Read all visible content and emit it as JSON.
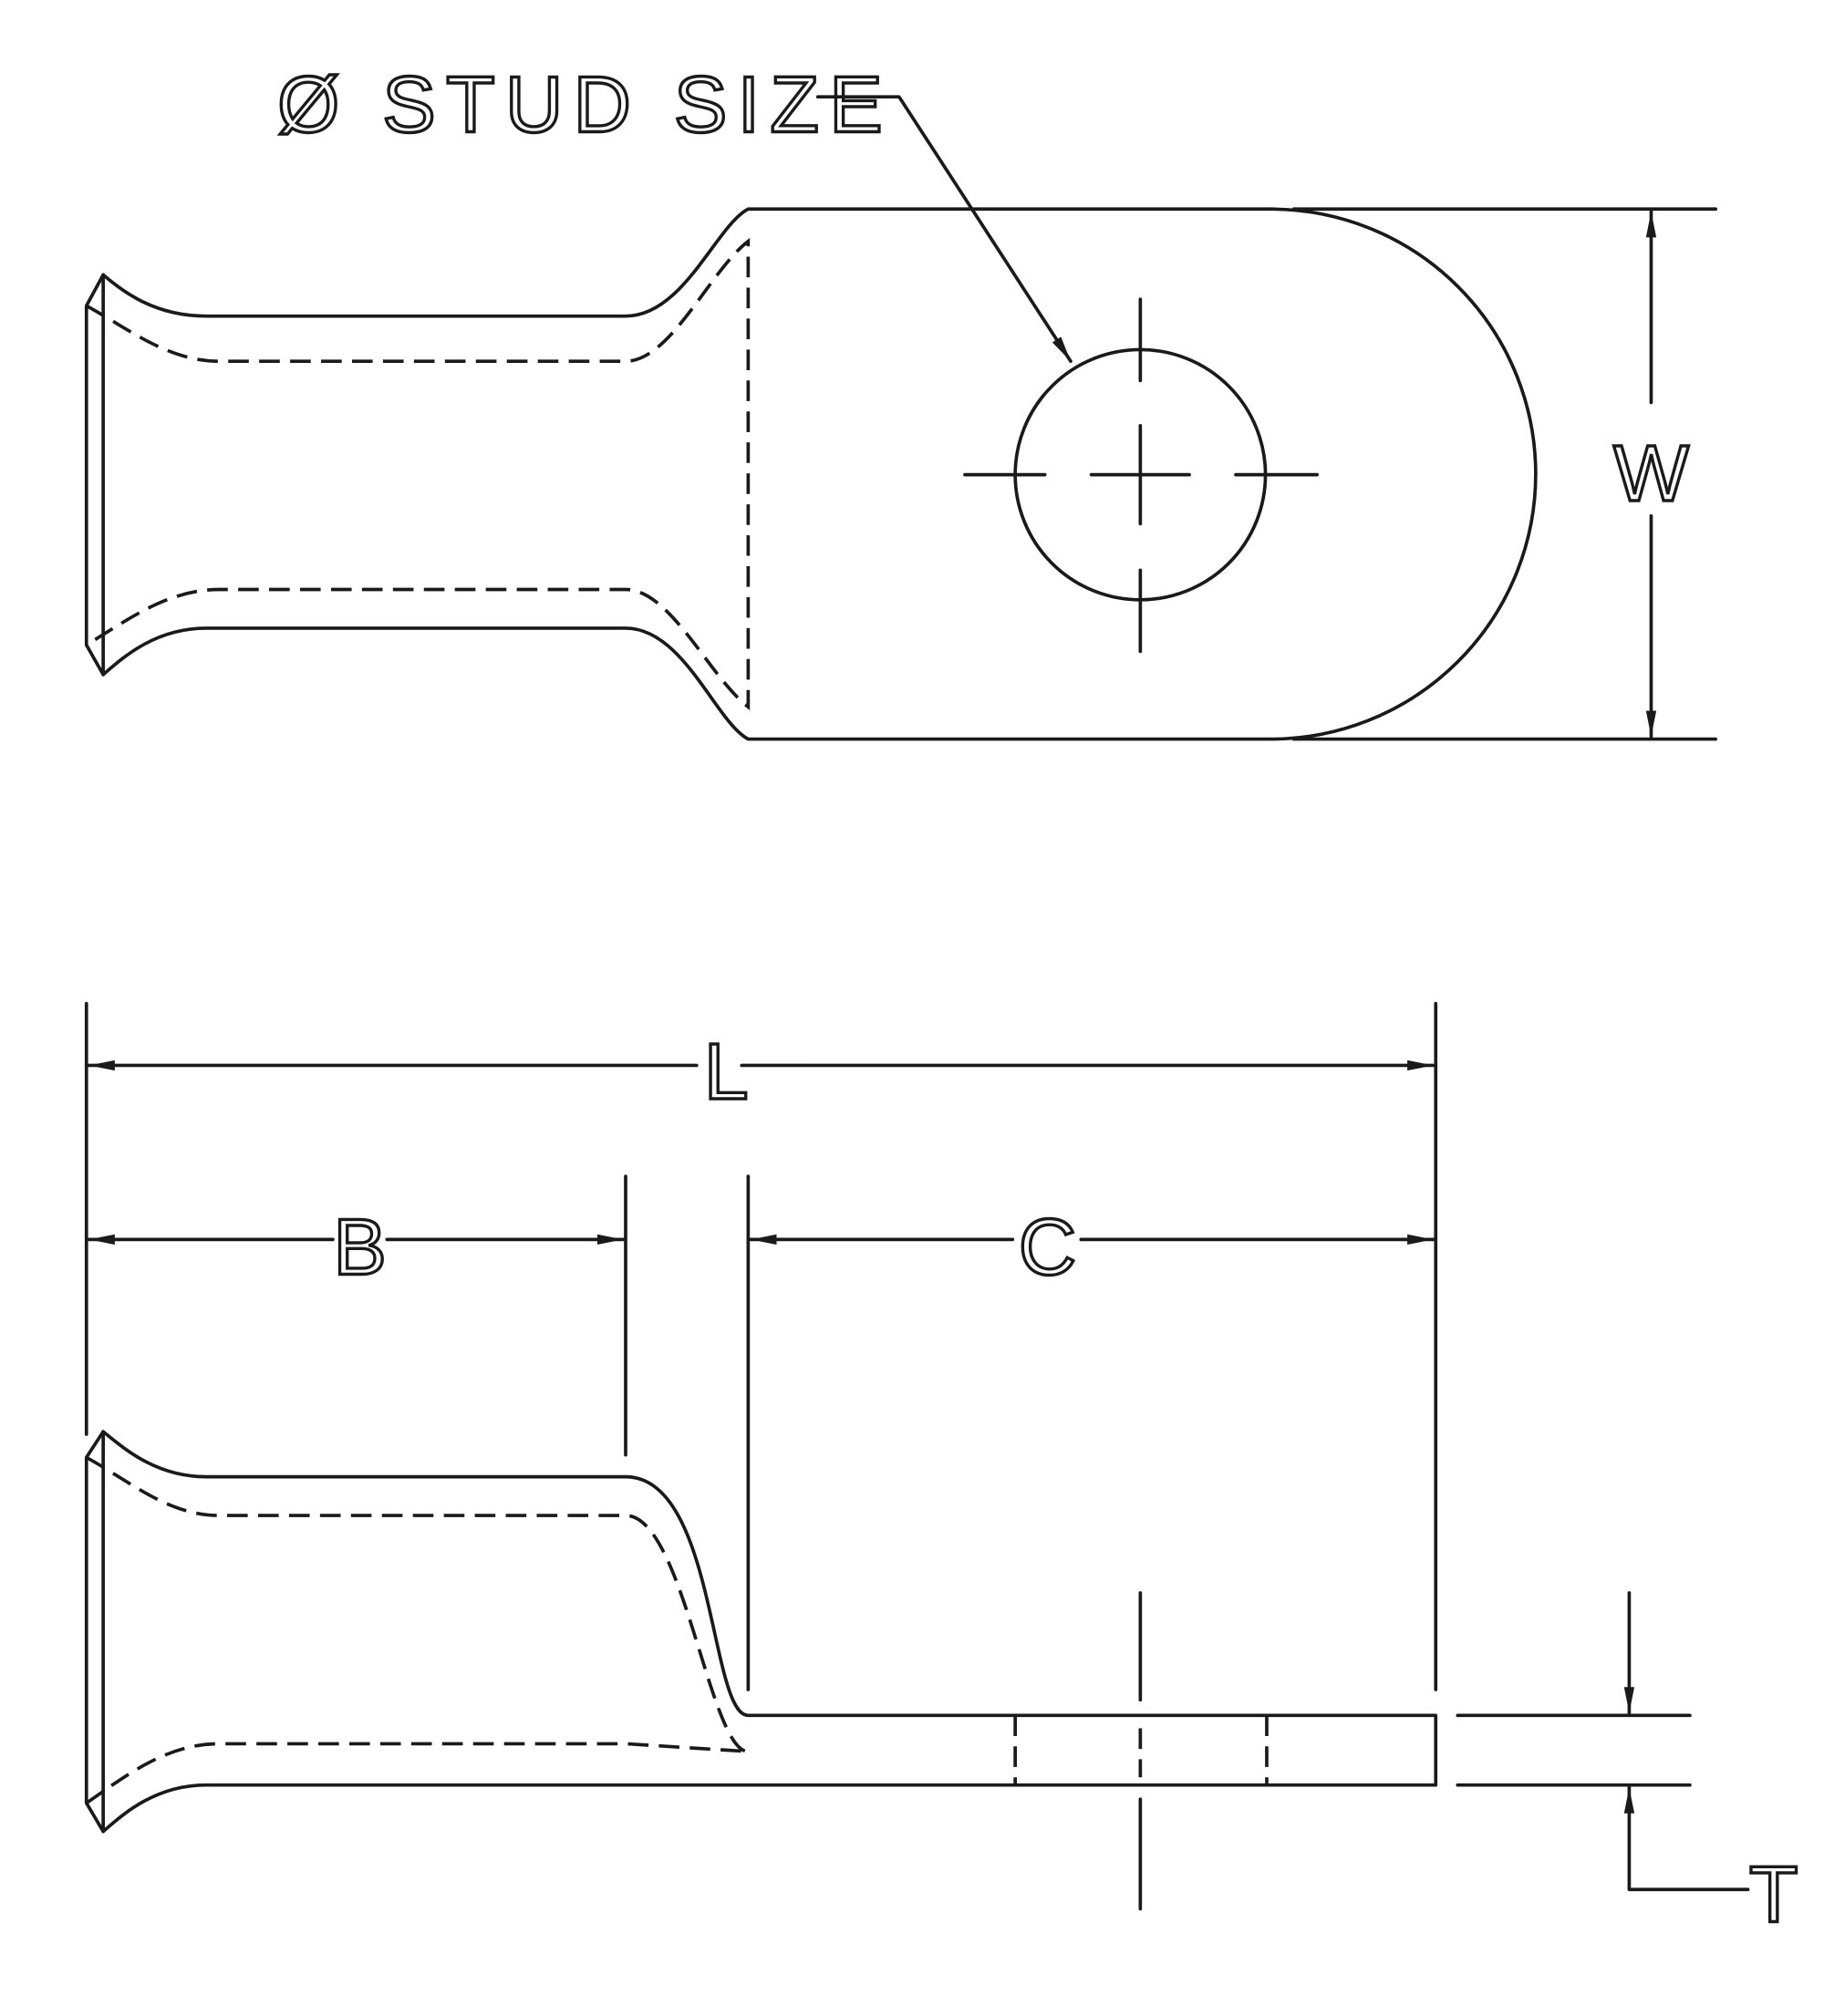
{
  "labels": {
    "stud_size": "Ø STUD SIZE",
    "width": "W",
    "length": "L",
    "barrel_length": "B",
    "tongue_length": "C",
    "thickness": "T"
  }
}
